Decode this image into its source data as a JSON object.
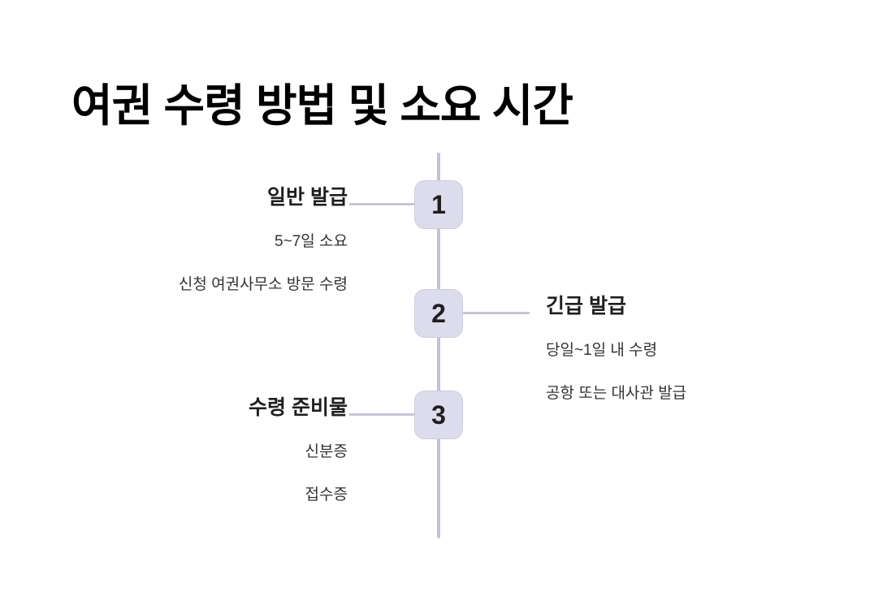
{
  "title": "여권 수령 방법 및 소요 시간",
  "theme": {
    "background": "#ffffff",
    "title_color": "#000000",
    "heading_color": "#1f1f1f",
    "body_color": "#333333",
    "spine_color": "#c2c2d6",
    "connector_color": "#c6c6d8",
    "badge_fill": "#dcdcec",
    "badge_border": "#ccccdf",
    "badge_number_color": "#1f1f1f"
  },
  "timeline": {
    "steps": [
      {
        "number": "1",
        "side": "left",
        "heading": "일반 발급",
        "lines": [
          "5~7일 소요",
          "신청 여권사무소 방문 수령"
        ]
      },
      {
        "number": "2",
        "side": "right",
        "heading": "긴급 발급",
        "lines": [
          "당일~1일 내 수령",
          "공항 또는 대사관 발급"
        ]
      },
      {
        "number": "3",
        "side": "left",
        "heading": "수령 준비물",
        "lines": [
          "신분증",
          "접수증"
        ]
      }
    ]
  }
}
